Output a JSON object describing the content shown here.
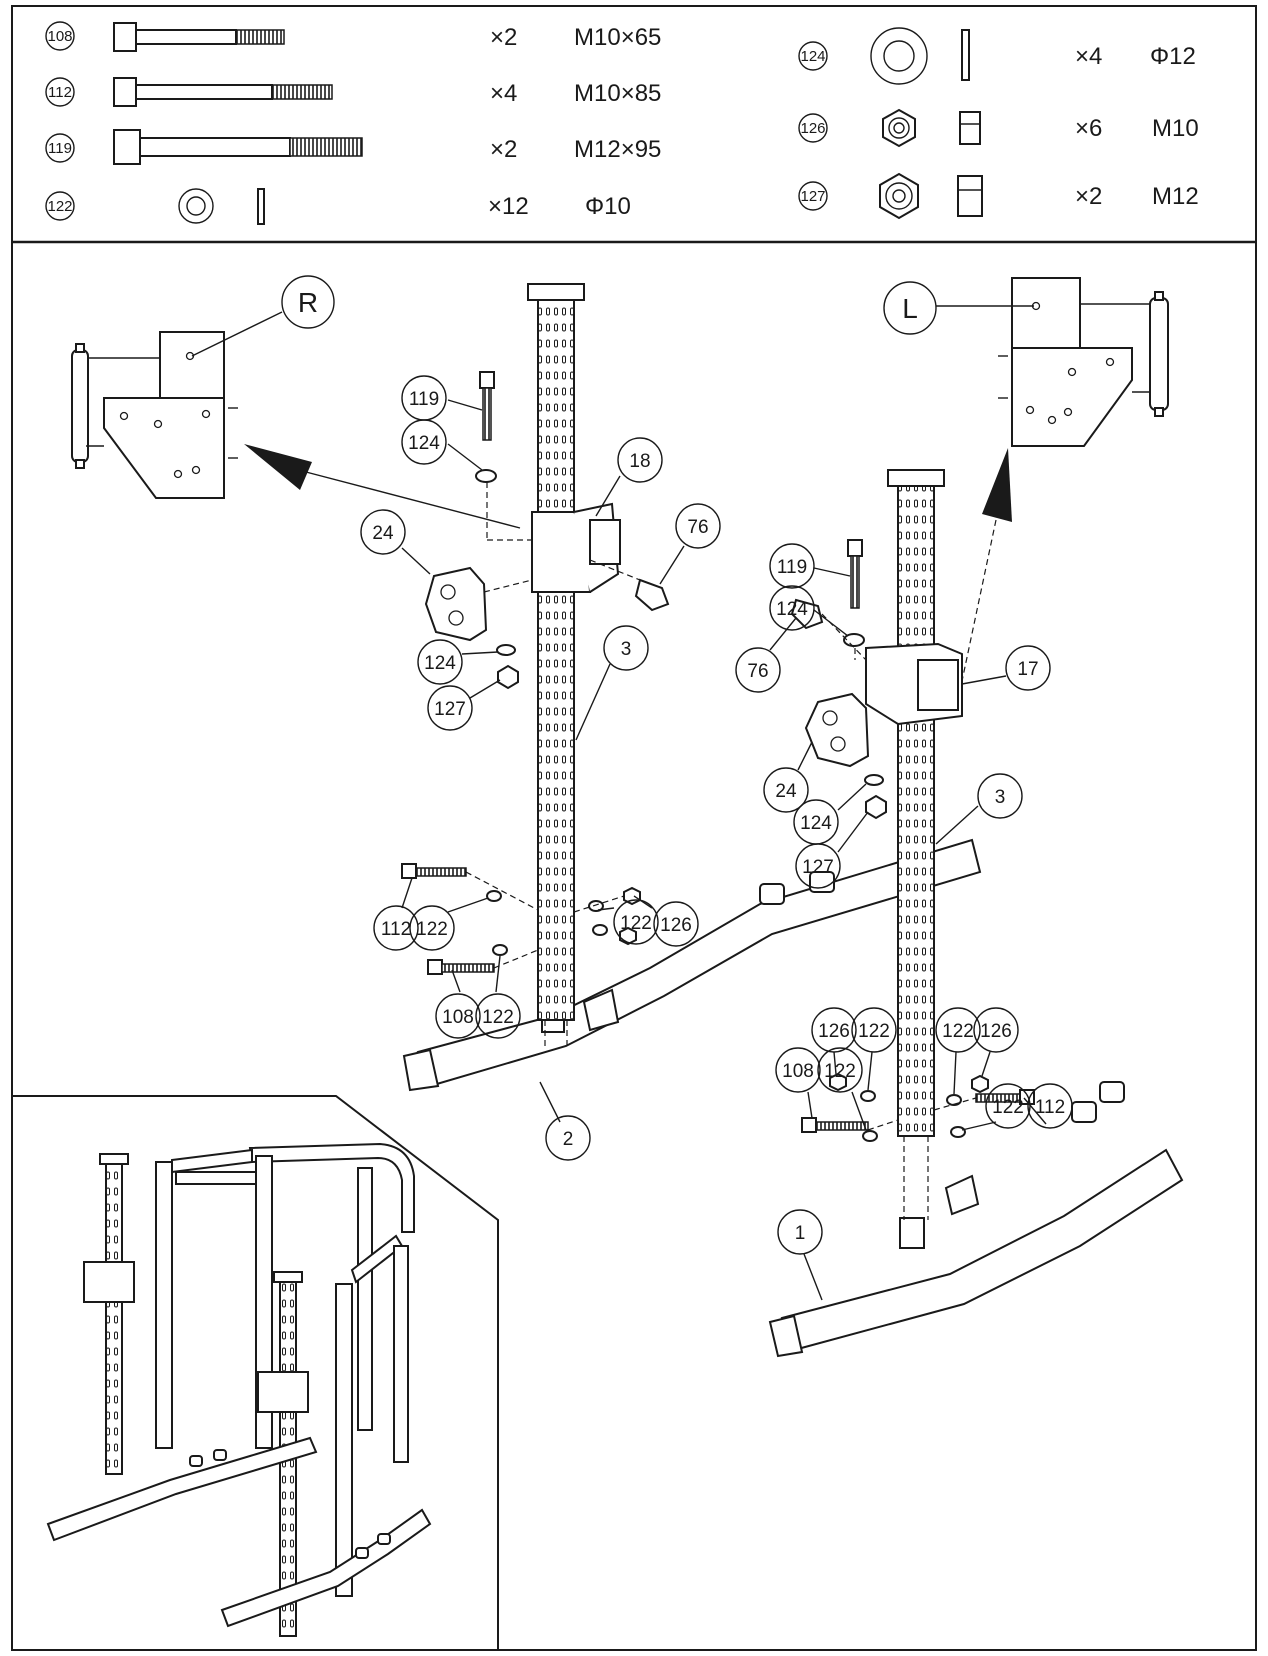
{
  "hardware_left": [
    {
      "part": "108",
      "qty": "×2",
      "spec": "M10×65"
    },
    {
      "part": "112",
      "qty": "×4",
      "spec": "M10×85"
    },
    {
      "part": "119",
      "qty": "×2",
      "spec": "M12×95"
    },
    {
      "part": "122",
      "qty": "×12",
      "spec": "Φ10"
    }
  ],
  "hardware_right": [
    {
      "part": "124",
      "qty": "×4",
      "spec": "Φ12"
    },
    {
      "part": "126",
      "qty": "×6",
      "spec": "M10"
    },
    {
      "part": "127",
      "qty": "×2",
      "spec": "M12"
    }
  ],
  "detail_labels": {
    "right": "R",
    "left": "L"
  },
  "callouts": [
    "119",
    "124",
    "18",
    "24",
    "76",
    "124",
    "127",
    "3",
    "112",
    "122",
    "122",
    "126",
    "108",
    "122",
    "2",
    "119",
    "124",
    "76",
    "17",
    "24",
    "124",
    "127",
    "3",
    "126",
    "122",
    "122",
    "126",
    "108",
    "122",
    "122",
    "112",
    "1"
  ]
}
